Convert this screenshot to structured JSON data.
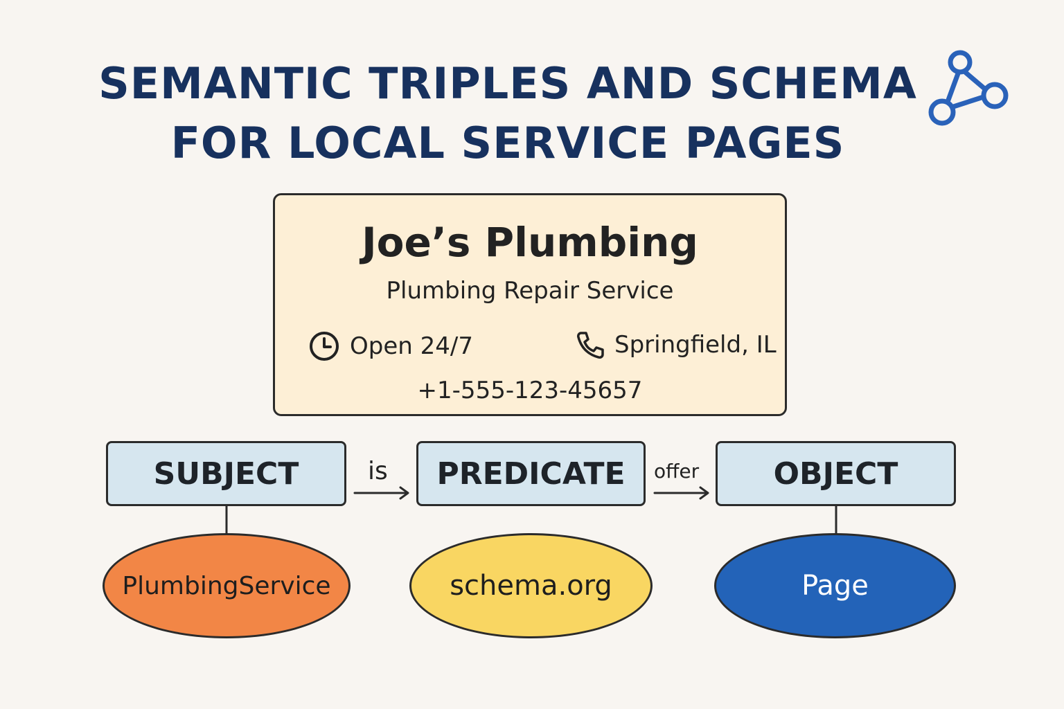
{
  "title": {
    "line1": "SEMANTIC TRIPLES AND SCHEMA",
    "line2": "FOR LOCAL SERVICE PAGES"
  },
  "icons": {
    "title_icon": "graph-network-icon",
    "hours_icon": "clock-icon",
    "location_icon": "phone-icon"
  },
  "card": {
    "name": "Joe’s Plumbing",
    "type": "Plumbing Repair Service",
    "hours": "Open 24/7",
    "location": "Springfield, IL",
    "phone": "+1-555-123-45657"
  },
  "triple": {
    "subject": "SUBJECT",
    "predicate": "PREDICATE",
    "object": "OBJECT",
    "relation_1": "is",
    "relation_2": "offer"
  },
  "nodes": {
    "subject_value": "PlumbingService",
    "predicate_value": "schema.org",
    "object_value": "Page"
  },
  "colors": {
    "title": "#17315e",
    "card_background": "#fdefd6",
    "box_background": "#d6e6ef",
    "subject_node": "#f28646",
    "predicate_node": "#f9d662",
    "object_node": "#2363b8",
    "icon_blue": "#2a62b9"
  }
}
